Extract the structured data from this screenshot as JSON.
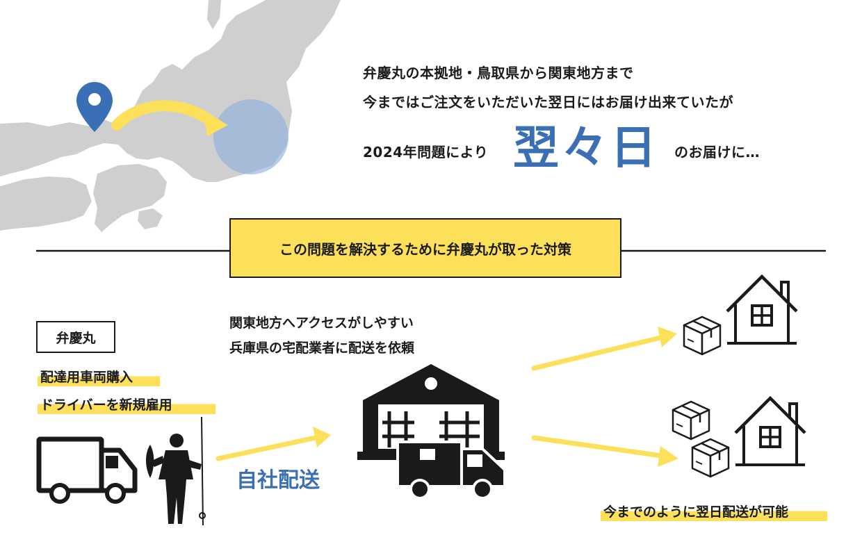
{
  "intro": {
    "line1": "弁慶丸の本拠地・鳥取県から関東地方まで",
    "line2": "今まではご注文をいただいた翌日にはお届け出来ていたが",
    "line3_prefix": "2024年問題により",
    "line3_big": "翌々日",
    "line3_suffix": "のお届けに…"
  },
  "banner": {
    "text": "この問題を解決するために弁慶丸が取った対策"
  },
  "left": {
    "company_label": "弁慶丸",
    "item1": "配達用車両購入",
    "item2": "ドライバーを新規雇用"
  },
  "middle": {
    "line1": "関東地方へアクセスがしやすい",
    "line2": "兵庫県の宅配業者に配送を依頼",
    "self_delivery": "自社配送"
  },
  "right": {
    "result": "今までのように翌日配送が可能"
  },
  "icons": [
    "location-pin-icon",
    "truck-icon",
    "fisherman-icon",
    "warehouse-icon",
    "box-icon",
    "house-icon"
  ],
  "colors": {
    "accent_blue": "#3a6fb5",
    "highlight_yellow": "#fce05a",
    "map_gray": "#cfcfcf",
    "ink": "#1a1a1a"
  }
}
